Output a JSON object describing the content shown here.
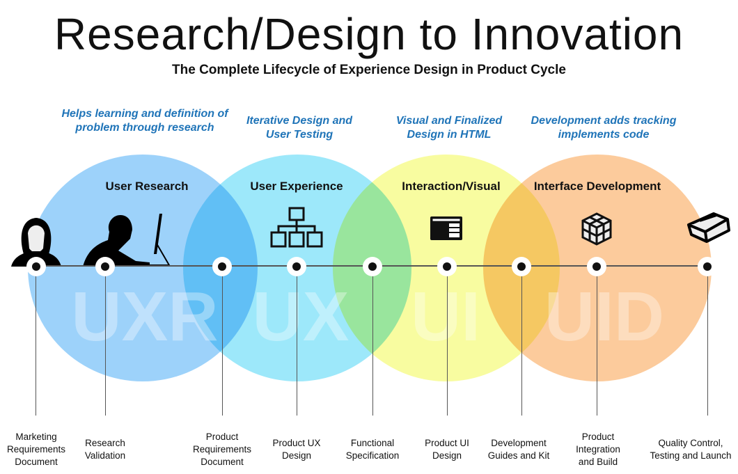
{
  "title": "Research/Design to Innovation",
  "subtitle": "The Complete Lifecycle of Experience Design in Product Cycle",
  "phases": [
    {
      "name": "User Research",
      "abbr": "UXR",
      "desc": "Helps learning and definition of problem through research",
      "color": "#9dd2fa"
    },
    {
      "name": "User Experience",
      "abbr": "UX",
      "desc": "Iterative Design and User Testing",
      "color": "#9de8fa"
    },
    {
      "name": "Interaction/Visual",
      "abbr": "UI",
      "desc": "Visual and Finalized Design in HTML",
      "color": "#f8fca0"
    },
    {
      "name": "Interface Development",
      "abbr": "UID",
      "desc": "Development adds tracking implements code",
      "color": "#fccb9c"
    }
  ],
  "milestones": [
    {
      "label": "Marketing Requirements Document"
    },
    {
      "label": "Research Validation"
    },
    {
      "label": "Product Requirements Document"
    },
    {
      "label": "Product UX Design"
    },
    {
      "label": "Functional Specification"
    },
    {
      "label": "Product UI Design"
    },
    {
      "label": "Development Guides and Kit"
    },
    {
      "label": "Product Integration and Build"
    },
    {
      "label": "Quality Control, Testing and Launch"
    }
  ]
}
